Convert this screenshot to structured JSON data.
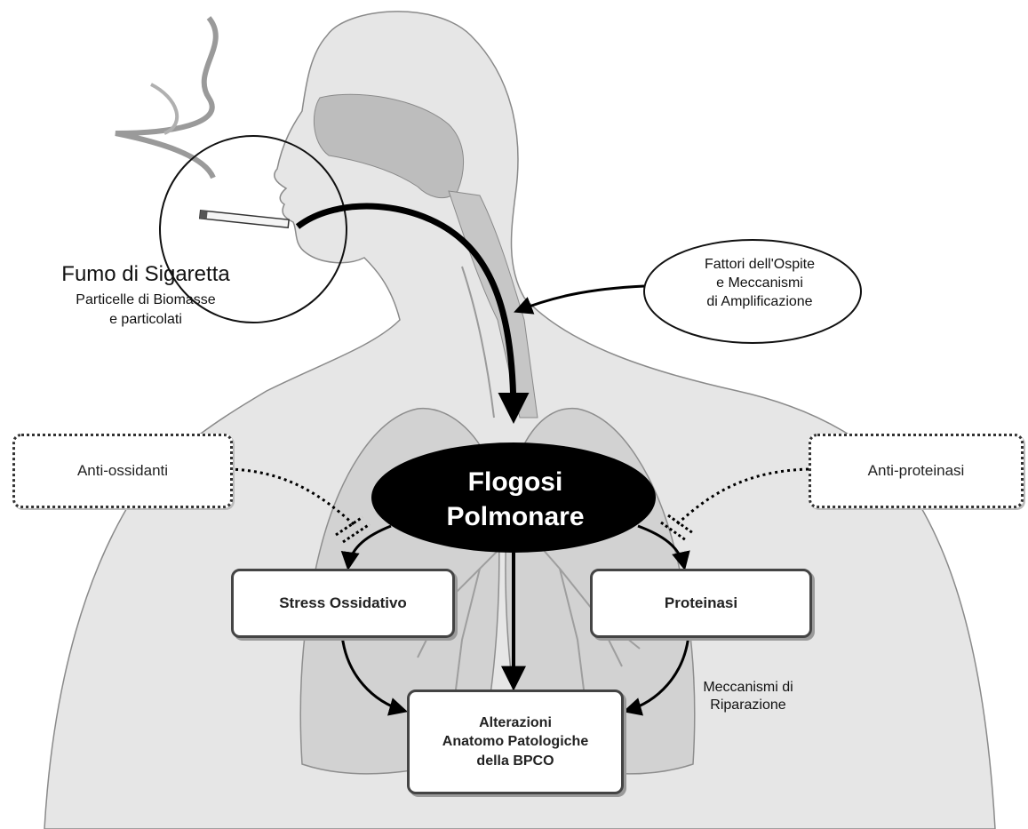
{
  "smoke": {
    "title": "Fumo di Sigaretta",
    "subtitle_line1": "Particelle di Biomasse",
    "subtitle_line2": "e particolati"
  },
  "host_factors": {
    "line1": "Fattori dell'Ospite",
    "line2": "e Meccanismi",
    "line3": "di Amplificazione"
  },
  "center": {
    "line1": "Flogosi",
    "line2": "Polmonare"
  },
  "antioxidants": "Anti-ossidanti",
  "antiproteinases": "Anti-proteinasi",
  "oxidative_stress": "Stress Ossidativo",
  "proteinases": "Proteinasi",
  "repair": {
    "line1": "Meccanismi di",
    "line2": "Riparazione"
  },
  "outcome": {
    "line1": "Alterazioni",
    "line2": "Anatomo Patologiche",
    "line3": "della BPCO"
  }
}
